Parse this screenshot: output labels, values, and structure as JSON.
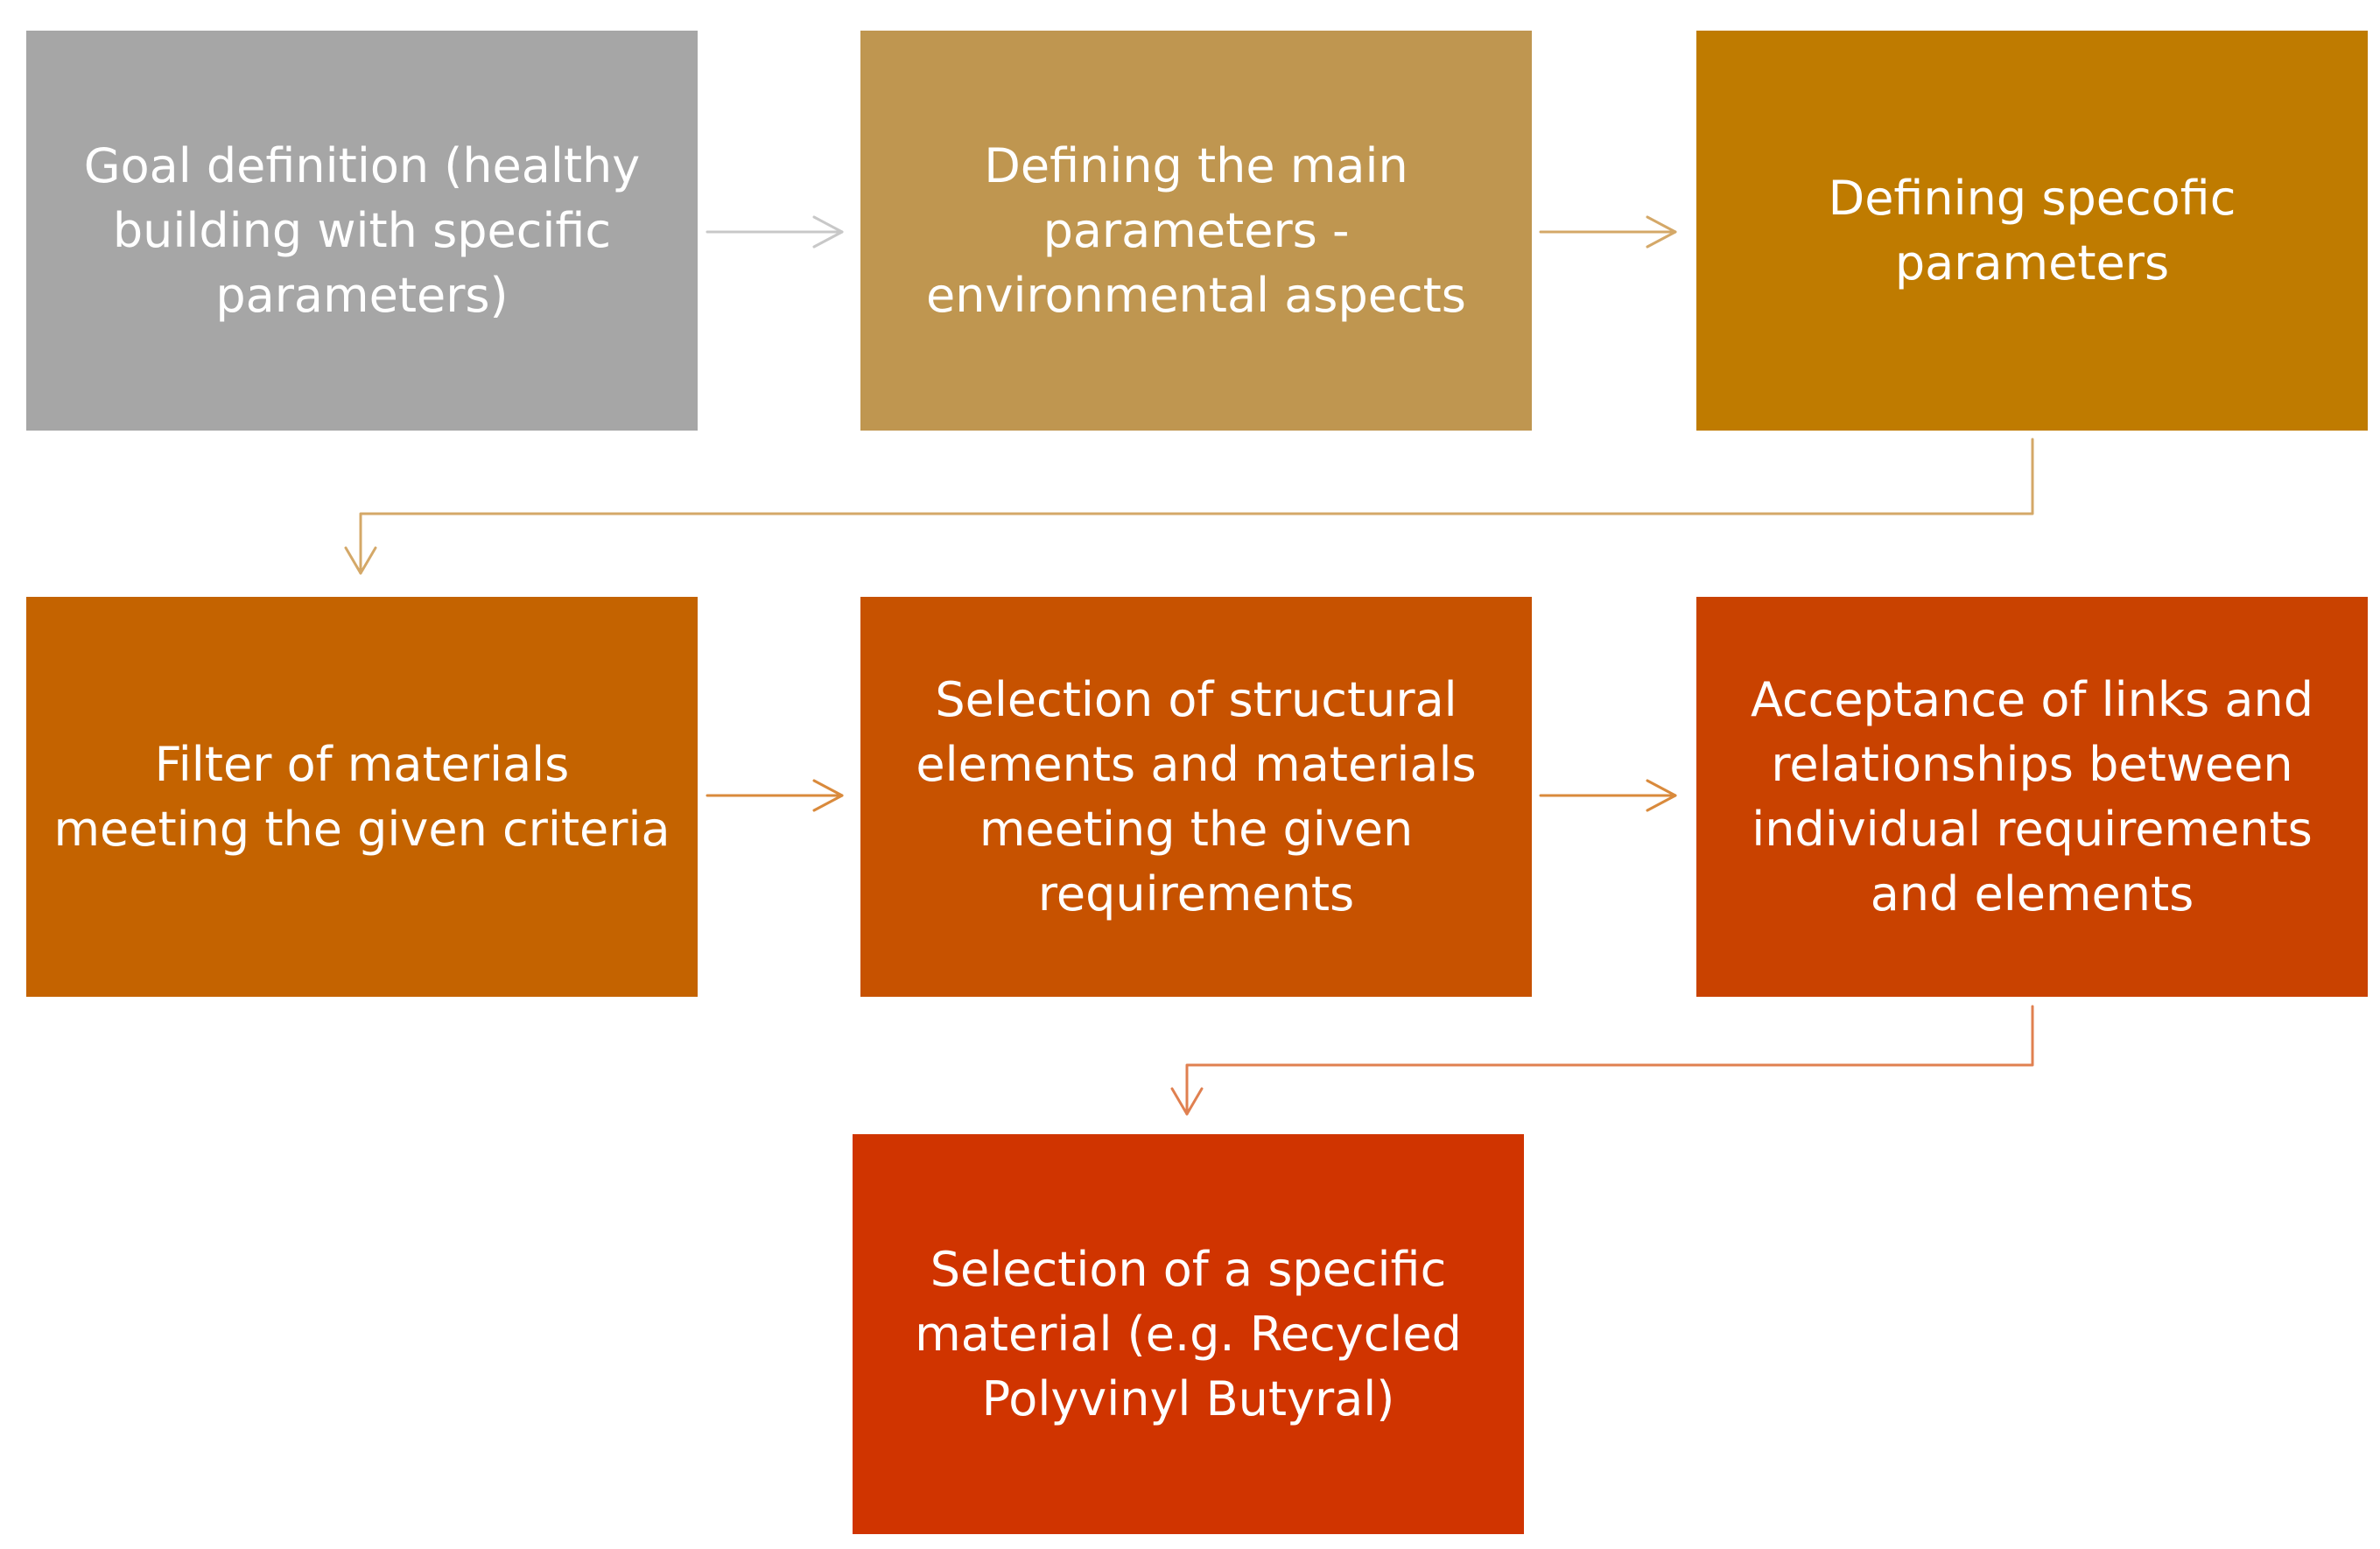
{
  "boxes": [
    {
      "text": "Goal definition (healthy building with specific parameters)",
      "color": "#a6a6a6"
    },
    {
      "text": "Defining the main parameters - environmental aspects",
      "color": "#bf9650"
    },
    {
      "text": "Defining specofic parameters",
      "color": "#bf7b00"
    },
    {
      "text": "Filter of materials meeting the given criteria",
      "color": "#c46300"
    },
    {
      "text": "Selection of structural elements and materials meeting the given requirements",
      "color": "#c75200"
    },
    {
      "text": "Acceptance of links and relationships between individual requirements and elements",
      "color": "#c94200"
    },
    {
      "text": "Selection of a specific material (e.g. Recycled Polyvinyl Butyral)",
      "color": "#d03400"
    }
  ],
  "connector_colors": {
    "gray": "#c8c8c8",
    "tan": "#d4a868",
    "orange": "#d98a3c",
    "red_orange": "#e08050"
  }
}
